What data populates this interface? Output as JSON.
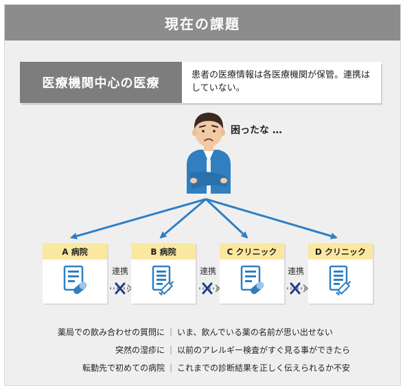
{
  "title": "現在の課題",
  "summary": {
    "label": "医療機関中心の医療",
    "text": "患者の医療情報は各医療機関が保管。連携はしていない。"
  },
  "speech": "困ったな …",
  "facilities": [
    {
      "name": "A 病院",
      "icon": "medical-record-pill-icon"
    },
    {
      "name": "B 病院",
      "icon": "medical-record-syringe-icon"
    },
    {
      "name": "C クリニック",
      "icon": "medical-record-pill-icon"
    },
    {
      "name": "D クリニック",
      "icon": "medical-record-syringe-icon"
    }
  ],
  "link_label": "連携",
  "issues": [
    {
      "situation": "薬局での飲み合わせの質問に",
      "problem": "いま、飲んでいる薬の名前が思い出せない"
    },
    {
      "situation": "突然の湿疹に",
      "problem": "以前のアレルギー検査がすぐ見る事ができたら"
    },
    {
      "situation": "転勤先で初めての病院",
      "problem": "これまでの診断結果を正しく伝えられるか不安"
    }
  ],
  "colors": {
    "accent_blue": "#2f7fc1",
    "cross": "#1f3c88",
    "header_yellow": "#fbe8a0",
    "title_gray": "#8c8c8c",
    "label_gray": "#7d7d7d"
  }
}
